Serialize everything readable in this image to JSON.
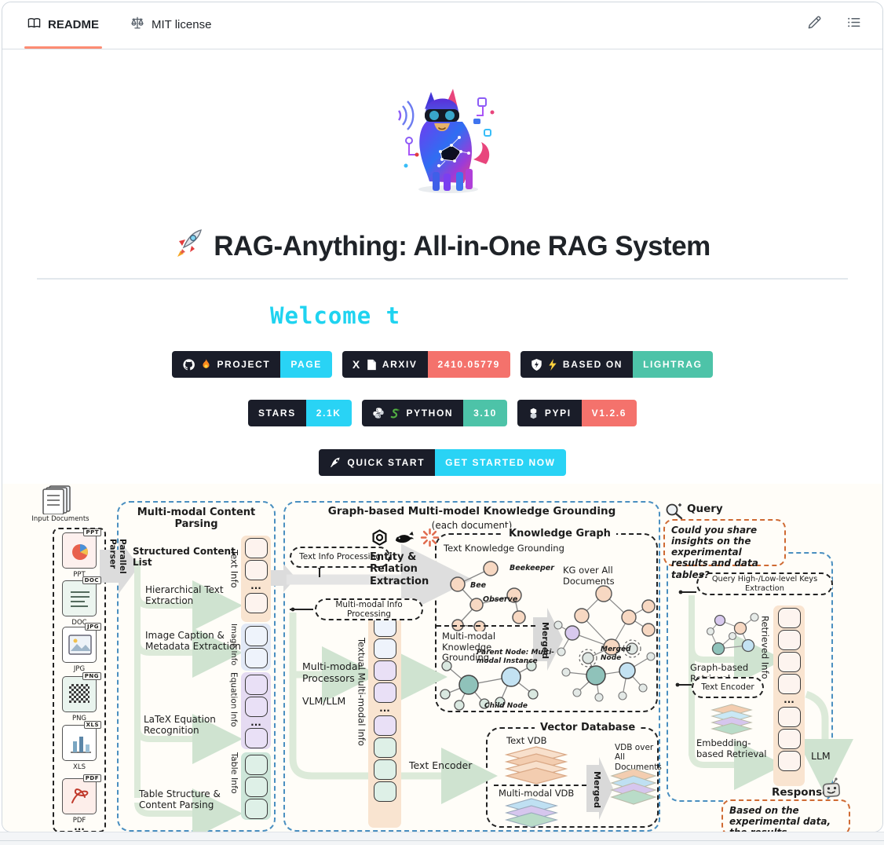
{
  "colors": {
    "accent_cyan": "#29d3f5",
    "accent_teal": "#4dc3a8",
    "accent_salmon": "#f4726c",
    "badge_dark": "#1a1d29",
    "tab_underline": "#fd8c73",
    "welcome_cyan": "#1fd3f0",
    "dashed_blue": "#4a8fc0",
    "dashed_orange": "#cf6a33"
  },
  "header": {
    "readme_tab": "README",
    "license_tab": "MIT license"
  },
  "hero": {
    "title": "RAG-Anything: All-in-One RAG System",
    "welcome": "Welcome t"
  },
  "badges": {
    "project": {
      "label": "PROJECT",
      "value": "PAGE"
    },
    "arxiv": {
      "label": "ARXIV",
      "value": "2410.05779"
    },
    "based_on": {
      "label": "BASED ON",
      "value": "LIGHTRAG"
    },
    "stars": {
      "label": "STARS",
      "value": "2.1K"
    },
    "python": {
      "label": "PYTHON",
      "value": "3.10"
    },
    "pypi": {
      "label": "PYPI",
      "value": "V1.2.6"
    },
    "quick_start": {
      "label": "QUICK START",
      "value": "GET STARTED NOW"
    }
  },
  "diagram": {
    "ellipsis": "...",
    "input": {
      "title": "Input Documents",
      "parser": "Parallel Parser",
      "files": [
        "PPT",
        "DOC",
        "JPG",
        "PNG",
        "XLS",
        "PDF"
      ]
    },
    "parsing": {
      "title": "Multi-modal Content Parsing",
      "items": [
        "Structured Content List",
        "Hierarchical Text Extraction",
        "Image Caption & Metadata Extraction",
        "LaTeX Equation Recognition",
        "Table Structure & Content Parsing"
      ],
      "info_labels": [
        "Text Info",
        "Image Info",
        "Equation Info",
        "Table Info"
      ]
    },
    "grounding": {
      "title": "Graph-based Multi-model Knowledge Grounding",
      "subtitle": "(each document)",
      "text_pill": "Text Info Processing",
      "entity_extraction": "Entity & Relation Extraction",
      "mm_pill": "Multi-modal Info Processing",
      "processors": "Multi-modal Processors",
      "vlm": "VLM/LLM",
      "textual_info": "Textual Multi-modal Info",
      "text_encoder": "Text Encoder",
      "kg": {
        "title": "Knowledge Graph",
        "text_grounding": "Text Knowledge Grounding",
        "bee": "Bee",
        "beekeeper": "Beekeeper",
        "observe": "Observe",
        "mm_grounding": "Multi-modal Knowledge Grounding",
        "parent_node": "Parent Node: Multi-modal Instance",
        "child_node": "Child Node",
        "merged": "Merged",
        "kg_all": "KG over All Documents",
        "merged_node": "Merged Node"
      },
      "vdb": {
        "title": "Vector Database",
        "text_vdb": "Text VDB",
        "mm_vdb": "Multi-modal VDB",
        "merged": "Merged",
        "vdb_all": "VDB over All Documents"
      }
    },
    "query": {
      "title": "Query",
      "question": "Could you share insights on the experimental results and data tables?",
      "keys_pill": "Query High-/Low-level Keys Extraction",
      "graph_retrieval": "Graph-based Retrieval",
      "text_encoder_pill": "Text Encoder",
      "embedding_retrieval": "Embedding-based Retrieval",
      "retrieved_info": "Retrieved Info",
      "llm": "LLM",
      "response": "Response",
      "answer": "Based on the experimental data, the results revealed..."
    }
  }
}
